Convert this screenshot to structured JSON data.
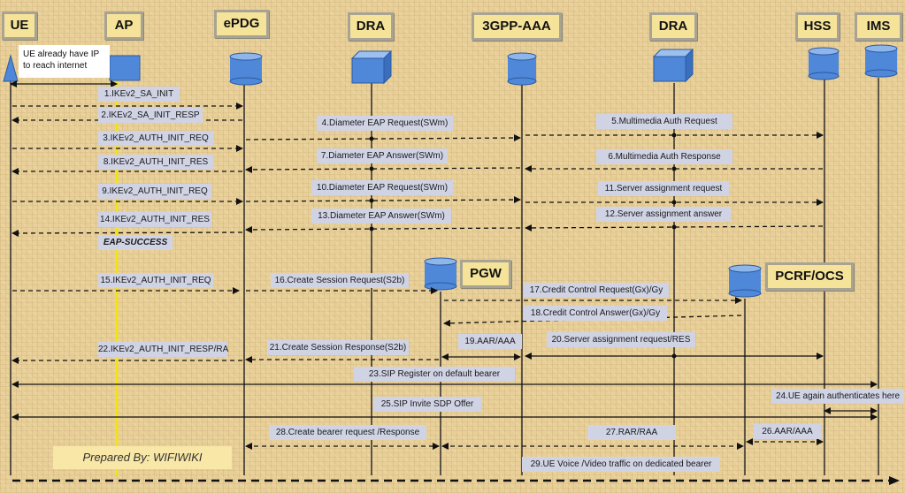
{
  "nodes": {
    "ue": "UE",
    "ap": "AP",
    "epdg": "ePDG",
    "dra1": "DRA",
    "aaa": "3GPP-AAA",
    "dra2": "DRA",
    "hss": "HSS",
    "ims": "IMS",
    "pgw": "PGW",
    "pcrf": "PCRF/OCS"
  },
  "note": "UE already have IP to reach internet",
  "credit": "Prepared By: WIFIWIKI",
  "messages": {
    "m1": "1.IKEv2_SA_INIT",
    "m2": "2.IKEv2_SA_INIT_RESP",
    "m3": "3.IKEv2_AUTH_INIT_REQ",
    "m4": "4.Diameter EAP Request(SWm)",
    "m5": "5.Multimedia Auth Request",
    "m6": "6.Multimedia Auth Response",
    "m7": "7.Diameter EAP Answer(SWm)",
    "m8": "8.IKEv2_AUTH_INIT_RES",
    "m9": "9.IKEv2_AUTH_INIT_REQ",
    "m10": "10.Diameter EAP Request(SWm)",
    "m11": "11.Server assignment request",
    "m12": "12.Server assignment answer",
    "m13": "13.Diameter EAP Answer(SWm)",
    "m14": "14.IKEv2_AUTH_INIT_RES",
    "eap": "EAP-SUCCESS",
    "m15": "15.IKEv2_AUTH_INIT_REQ",
    "m16": "16.Create Session Request(S2b)",
    "m17": "17.Credit Control Request(Gx)/Gy",
    "m18": "18.Credit Control Answer(Gx)/Gy",
    "m19": "19.AAR/AAA",
    "m20": "20.Server assignment request/RES",
    "m21": "21.Create Session Response(S2b)",
    "m22": "22.IKEv2_AUTH_INIT_RESP/RA",
    "m23": "23.SIP Register on default bearer",
    "m24": "24.UE again authenticates here",
    "m25": "25.SIP Invite SDP Offer",
    "m26": "26.AAR/AAA",
    "m27": "27.RAR/RAA",
    "m28": "28.Create bearer request /Response",
    "m29": "29.UE Voice /Video traffic on dedicated bearer"
  },
  "colors": {
    "node_fill": "#f6e39a",
    "label_fill": "#cfd3e4",
    "device_blue": "#4f88d8",
    "ap_lifeline": "#f2e21a",
    "background": "#e8cf98"
  }
}
